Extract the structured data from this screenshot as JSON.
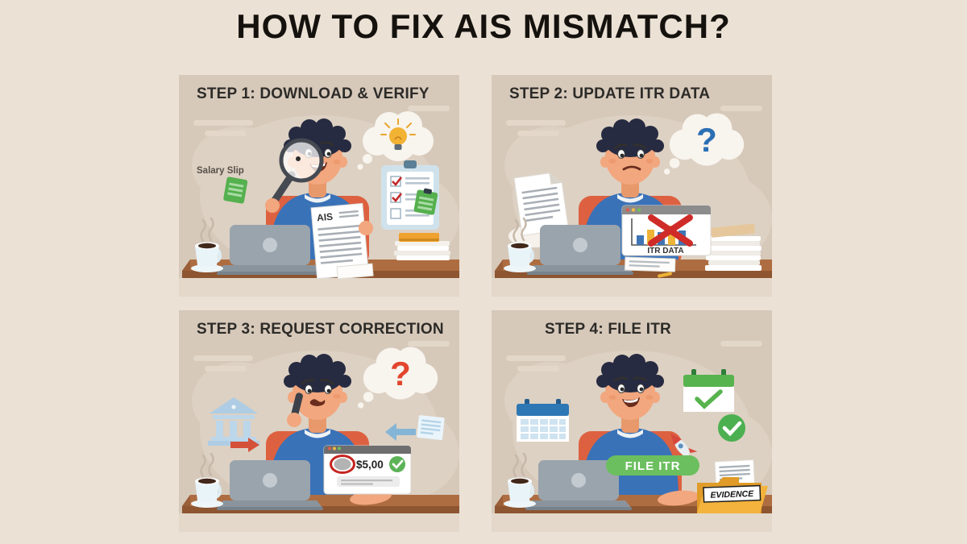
{
  "title": "HOW TO FIX AIS MISMATCH?",
  "colors": {
    "background": "#ebe1d5",
    "panel": "#d6c9ba",
    "desk": "#ae6d41",
    "shirt": "#3a72b8",
    "chair": "#dd6140",
    "skin": "#f2a77e",
    "hair": "#272b41",
    "accent_red": "#c9302c",
    "accent_green": "#55b04e",
    "accent_blue": "#2b6fb4",
    "accent_yellow": "#f2b234"
  },
  "panels": [
    {
      "id": "step-1",
      "step_label": "STEP 1: DOWNLOAD & VERIFY",
      "labels": {
        "salary_slip": "Salary Slip",
        "ais_document": "AIS"
      },
      "icons": [
        "magnifying-glass-icon",
        "lightbulb-icon",
        "thought-bubble",
        "clipboard-checklist-icon",
        "salary-slip-icon",
        "laptop-icon",
        "coffee-cup-icon",
        "paper-stack-icon"
      ]
    },
    {
      "id": "step-2",
      "step_label": "STEP 2: UPDATE ITR DATA",
      "labels": {
        "thought": "?",
        "chart_caption": "ITR DATA"
      },
      "icons": [
        "question-thought-bubble",
        "flying-document-icon",
        "browser-window",
        "bar-chart-icon",
        "red-x-icon",
        "paper-stack-icon",
        "laptop-icon",
        "coffee-cup-icon"
      ]
    },
    {
      "id": "step-3",
      "step_label": "STEP 3: REQUEST CORRECTION",
      "labels": {
        "thought": "?",
        "amount": "$5,00"
      },
      "icons": [
        "question-thought-bubble",
        "bank-icon",
        "arrow-right-icon",
        "arrow-left-icon",
        "document-icon",
        "browser-window",
        "green-check-icon",
        "phone-icon",
        "laptop-icon",
        "coffee-cup-icon"
      ]
    },
    {
      "id": "step-4",
      "step_label": "STEP 4: FILE ITR",
      "labels": {
        "file_button": "FILE ITR",
        "folder_label": "EVIDENCE"
      },
      "icons": [
        "calendar-icon",
        "calendar-check-icon",
        "green-check-icon",
        "rocket-icon",
        "evidence-folder-icon",
        "laptop-icon",
        "coffee-cup-icon"
      ]
    }
  ]
}
